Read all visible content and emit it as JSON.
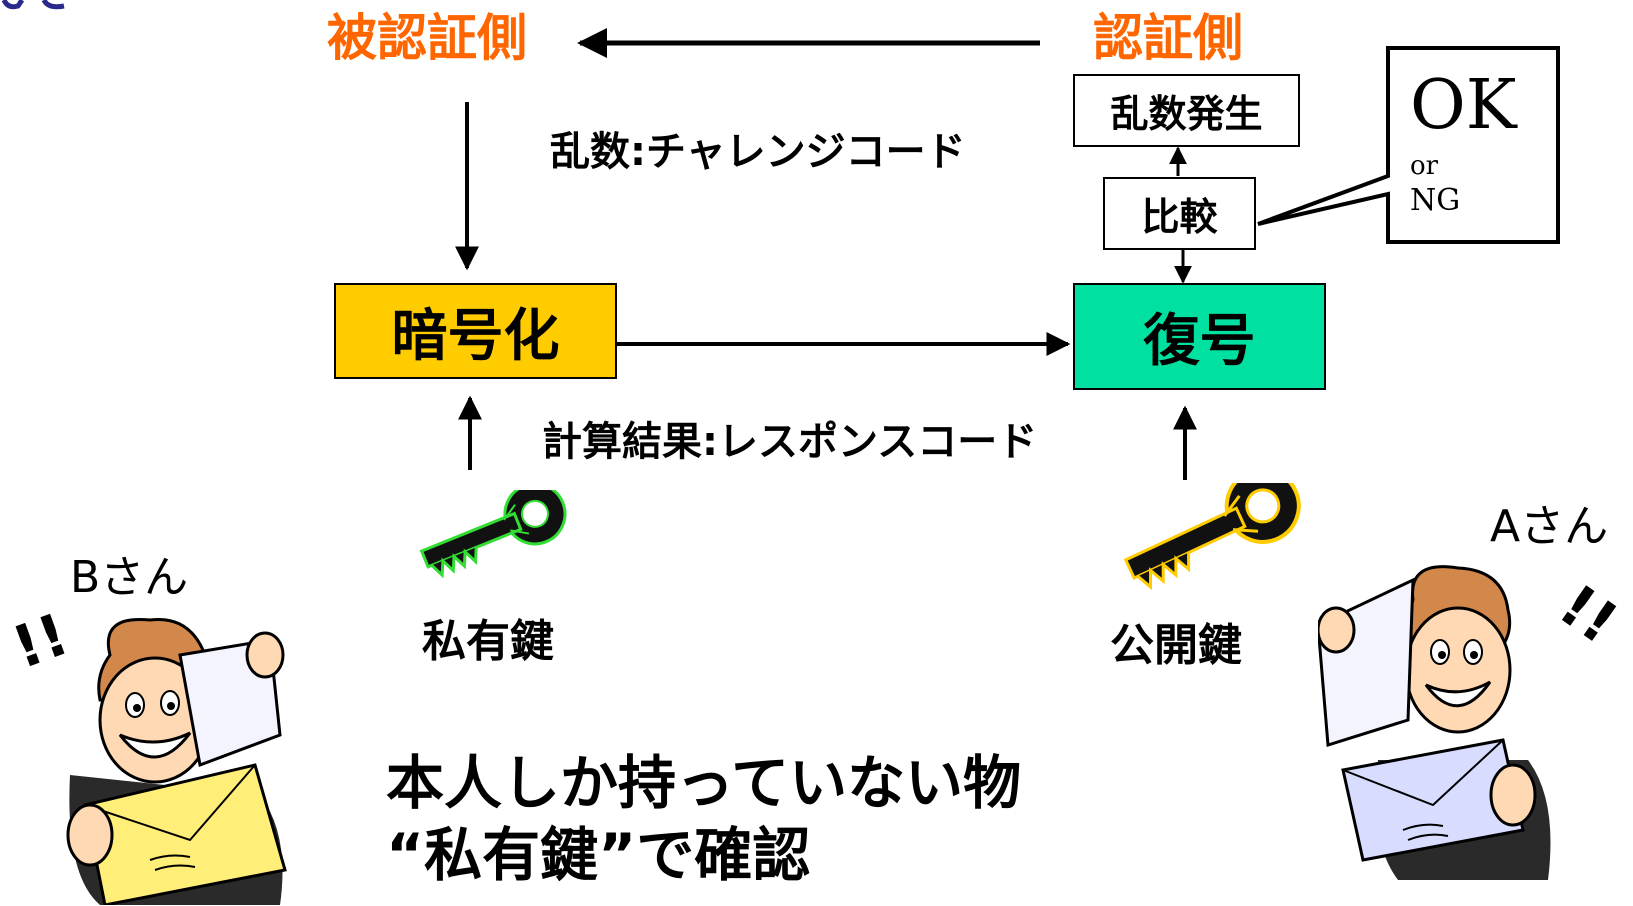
{
  "labels": {
    "prover_side": "被認証側",
    "verifier_side": "認証側",
    "challenge": "乱数:チャレンジコード",
    "response": "計算結果:レスポンスコード",
    "encrypt": "暗号化",
    "decrypt": "復号",
    "random_gen": "乱数発生",
    "compare": "比較",
    "result_ok": "OK",
    "result_or": "or",
    "result_ng": "NG",
    "private_key": "私有鍵",
    "public_key": "公開鍵",
    "person_b": "Bさん",
    "person_a": "Aさん",
    "exclaim": "!!",
    "message_line1": "本人しか持っていない物",
    "message_line2": "“私有鍵”で確認"
  },
  "colors": {
    "orange": "#ff6600",
    "encrypt_box": "#ffcc00",
    "decrypt_box": "#00e0a0",
    "private_key": "#33dd33",
    "public_key": "#ffcc00",
    "logo": "#2a2a8c"
  },
  "icons": [
    "private-key-icon",
    "public-key-icon",
    "person-b-icon",
    "person-a-icon"
  ]
}
